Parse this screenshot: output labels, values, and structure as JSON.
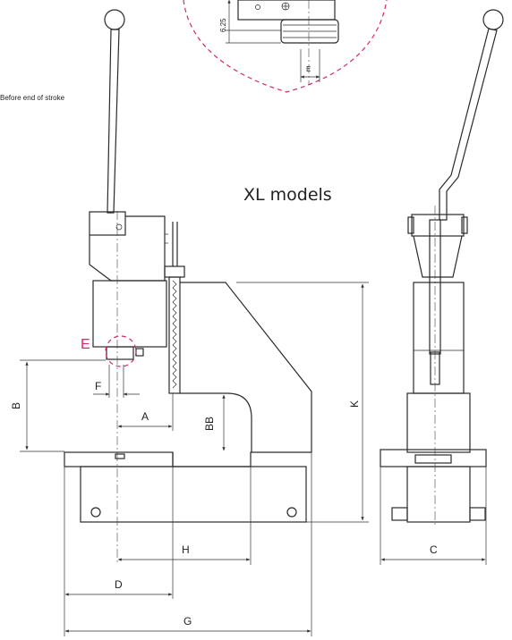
{
  "title": "XL models",
  "note": "Before end of stroke",
  "detail_callout": "E",
  "detail_dimension": "6.25",
  "labels": {
    "A": "A",
    "B": "B",
    "BB": "BB",
    "C": "C",
    "D": "D",
    "E": "E",
    "F": "F",
    "G": "G",
    "H": "H",
    "K": "K"
  },
  "colors": {
    "accent": "#d42a5c",
    "line": "#2a2a2a"
  }
}
